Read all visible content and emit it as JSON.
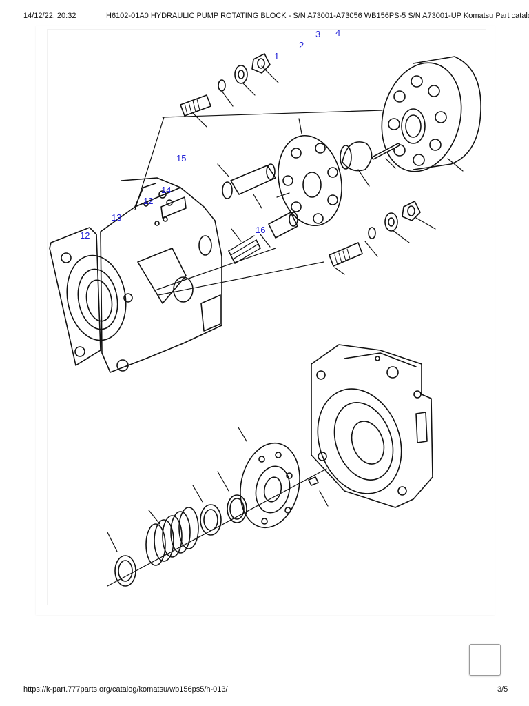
{
  "header": {
    "datetime": "14/12/22, 20:32",
    "title": "H6102-01A0 HYDRAULIC PUMP ROTATING BLOCK - S/N A73001-A73056 WB156PS-5 S/N A73001-UP Komatsu Part catalog"
  },
  "diagram": {
    "callouts": [
      {
        "id": "c1",
        "text": "1"
      },
      {
        "id": "c2",
        "text": "2"
      },
      {
        "id": "c3",
        "text": "3"
      },
      {
        "id": "c4",
        "text": "4"
      },
      {
        "id": "c15",
        "text": "15"
      },
      {
        "id": "c14",
        "text": "14"
      },
      {
        "id": "c12a",
        "text": "12"
      },
      {
        "id": "c13",
        "text": "13"
      },
      {
        "id": "c12b",
        "text": "12"
      },
      {
        "id": "c16",
        "text": "16"
      }
    ]
  },
  "footer": {
    "url": "https://k-part.777parts.org/catalog/komatsu/wb156ps5/h-013/",
    "page": "3/5"
  }
}
